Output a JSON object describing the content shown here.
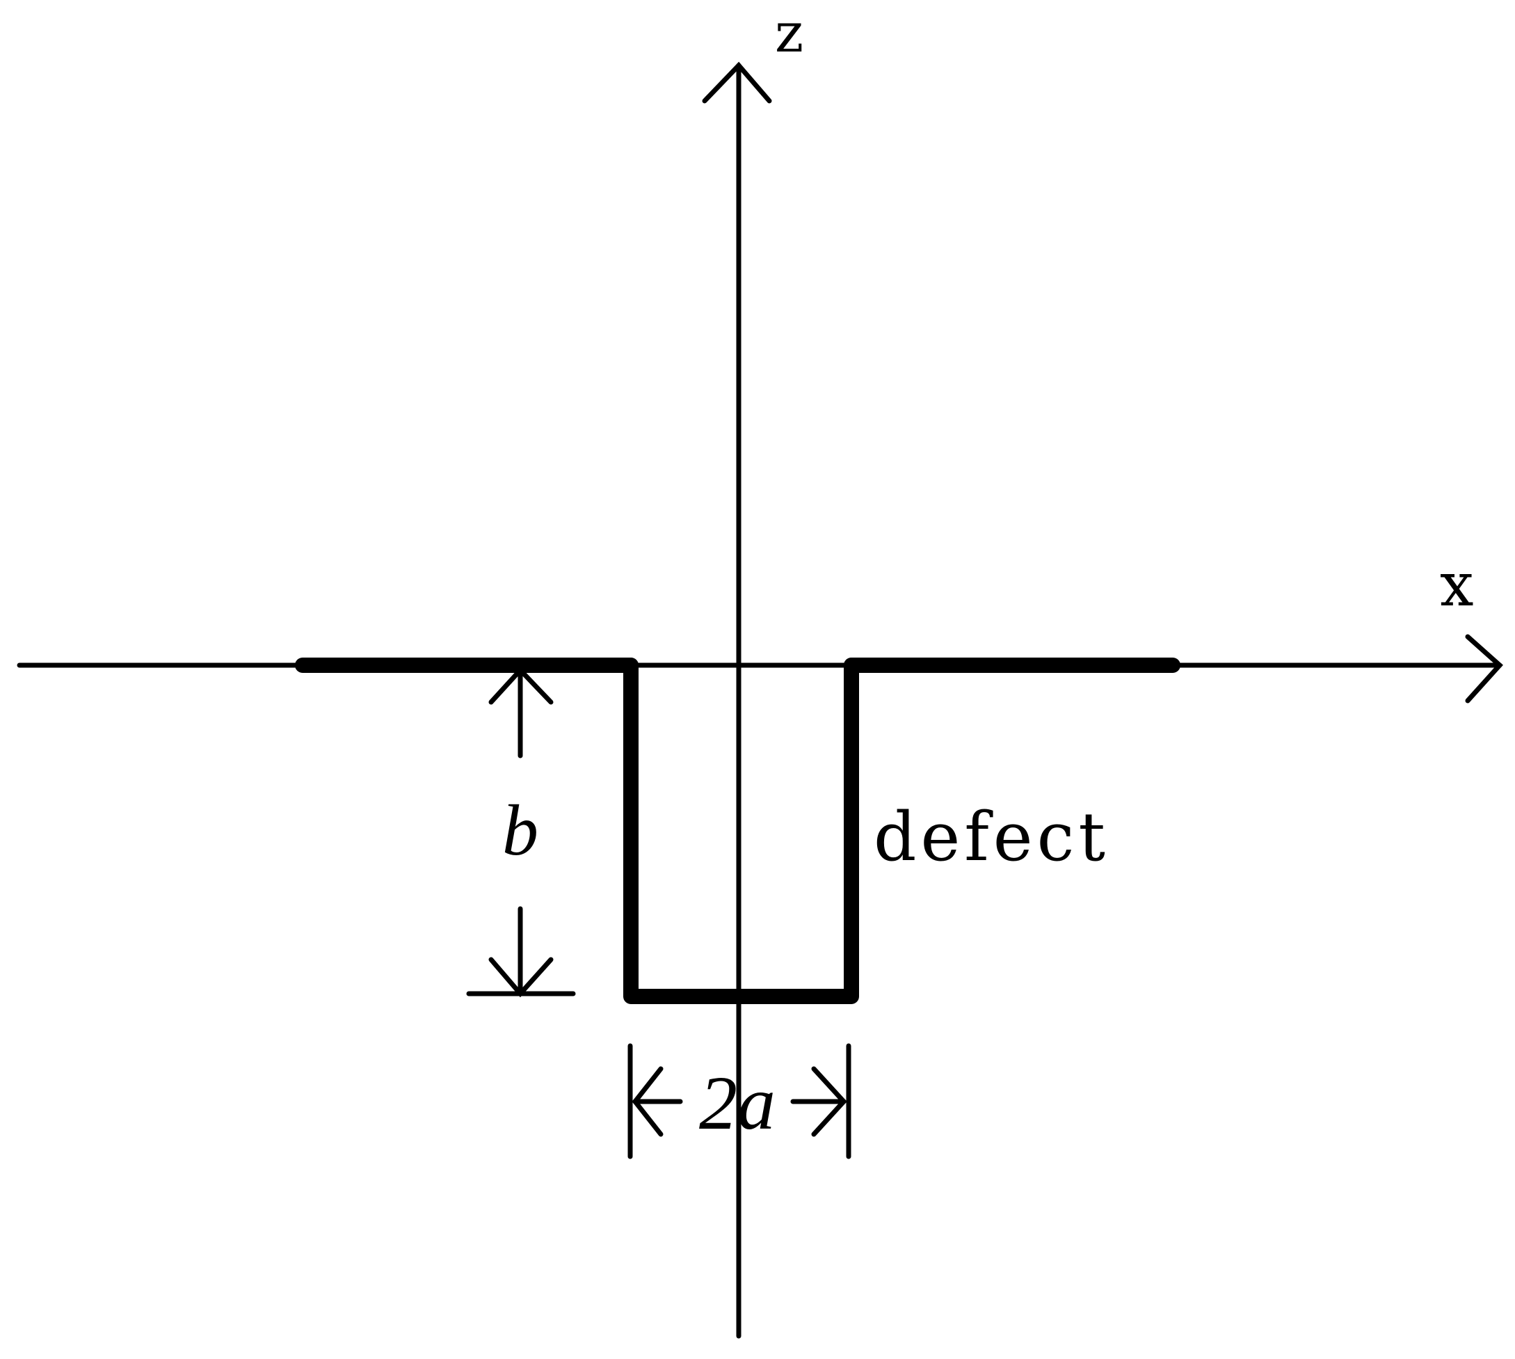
{
  "labels": {
    "z_axis": "z",
    "x_axis": "x",
    "depth": "b",
    "width": "2a",
    "defect": "defect"
  },
  "colors": {
    "ink": "#000000",
    "background": "#ffffff"
  }
}
